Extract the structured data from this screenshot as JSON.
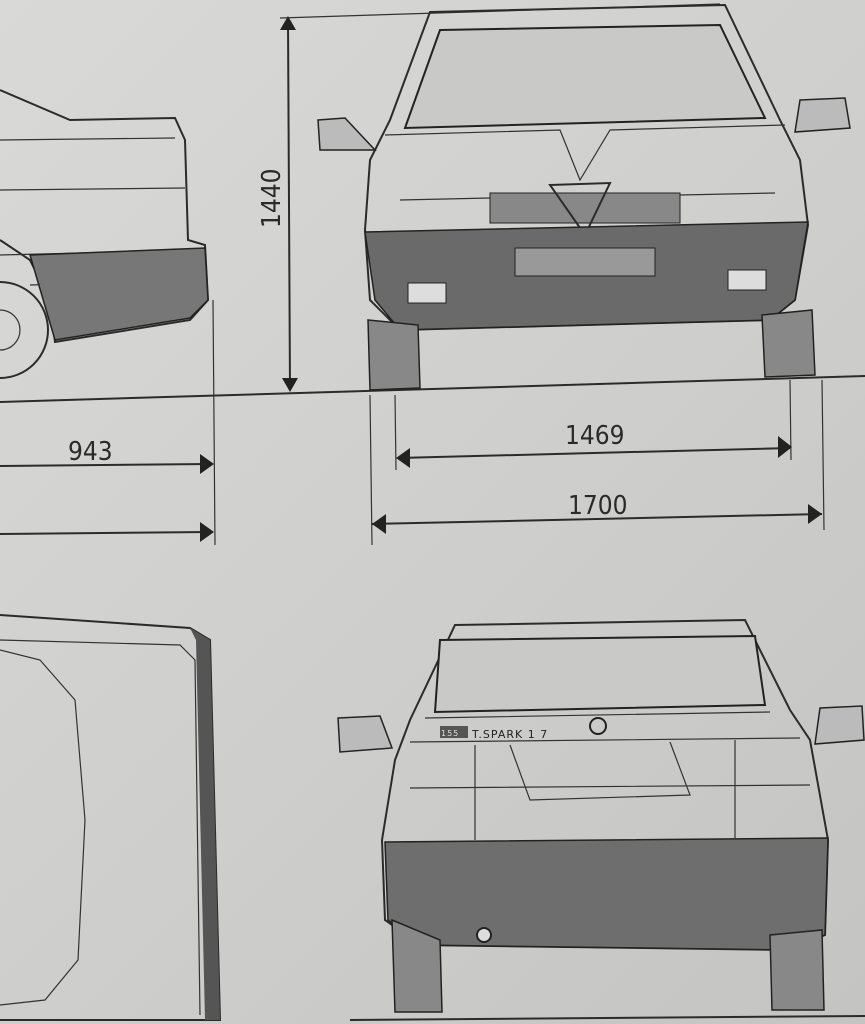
{
  "drawing": {
    "dimensions": {
      "height": "1440",
      "rear_overhang": "943",
      "track": "1469",
      "width": "1700"
    },
    "rear_badge": {
      "model": "155",
      "trim": "T.SPARK 1 7"
    }
  }
}
